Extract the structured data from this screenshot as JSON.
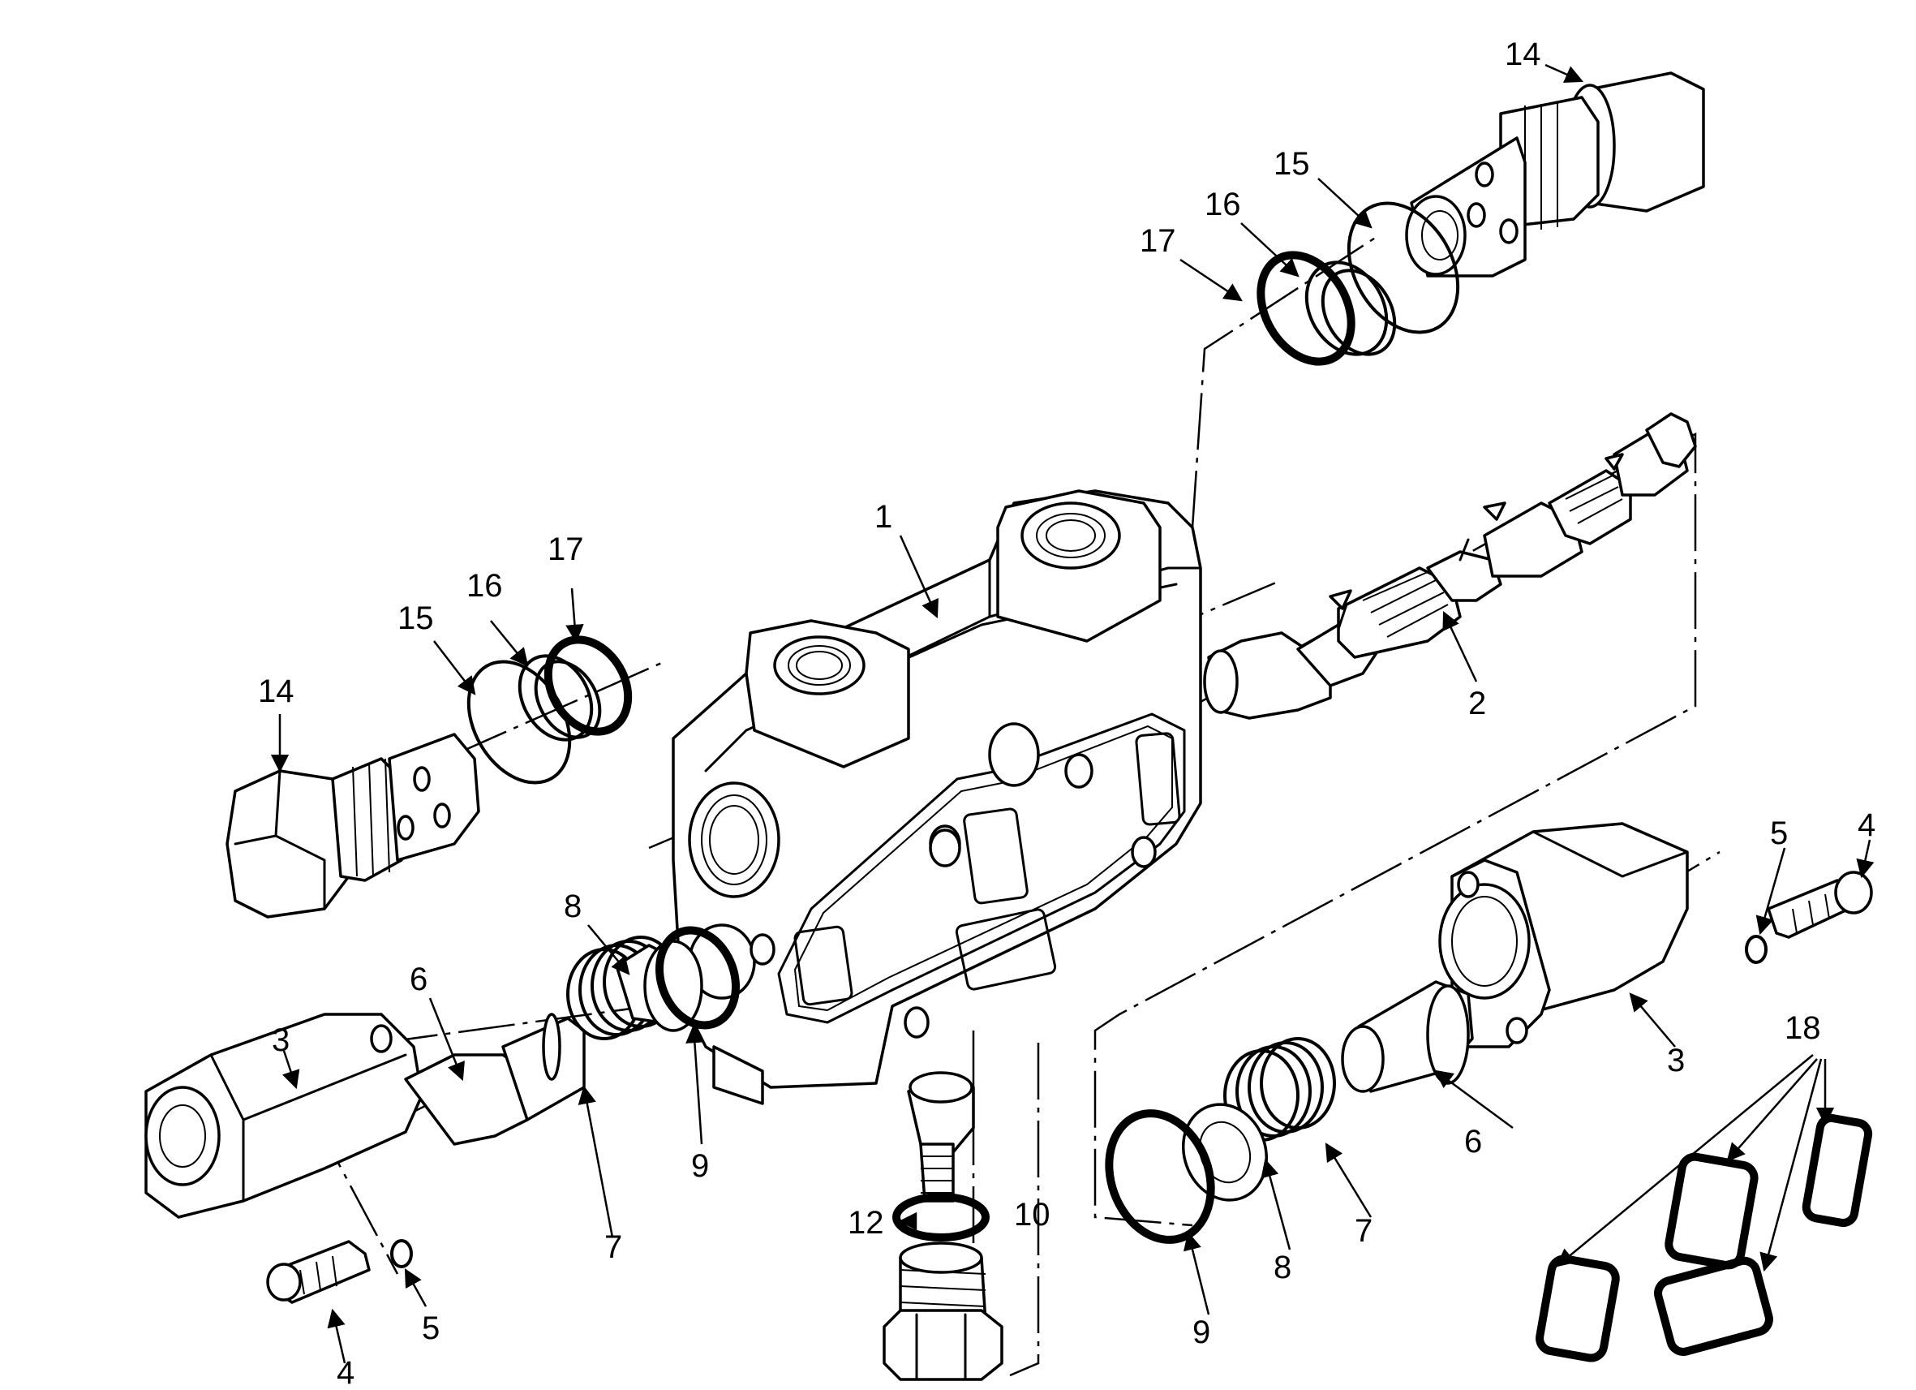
{
  "callouts": [
    {
      "id": "c1",
      "text": "1"
    },
    {
      "id": "c2",
      "text": "2"
    },
    {
      "id": "c3l",
      "text": "3"
    },
    {
      "id": "c3r",
      "text": "3"
    },
    {
      "id": "c4l",
      "text": "4"
    },
    {
      "id": "c4r",
      "text": "4"
    },
    {
      "id": "c5l",
      "text": "5"
    },
    {
      "id": "c5r",
      "text": "5"
    },
    {
      "id": "c6l",
      "text": "6"
    },
    {
      "id": "c6r",
      "text": "6"
    },
    {
      "id": "c7l",
      "text": "7"
    },
    {
      "id": "c7r",
      "text": "7"
    },
    {
      "id": "c8l",
      "text": "8"
    },
    {
      "id": "c8r",
      "text": "8"
    },
    {
      "id": "c9l",
      "text": "9"
    },
    {
      "id": "c9r",
      "text": "9"
    },
    {
      "id": "c10",
      "text": "10"
    },
    {
      "id": "c12",
      "text": "12"
    },
    {
      "id": "c14l",
      "text": "14"
    },
    {
      "id": "c14r",
      "text": "14"
    },
    {
      "id": "c15l",
      "text": "15"
    },
    {
      "id": "c15r",
      "text": "15"
    },
    {
      "id": "c16l",
      "text": "16"
    },
    {
      "id": "c16r",
      "text": "16"
    },
    {
      "id": "c17l",
      "text": "17"
    },
    {
      "id": "c17r",
      "text": "17"
    },
    {
      "id": "c18",
      "text": "18"
    }
  ]
}
